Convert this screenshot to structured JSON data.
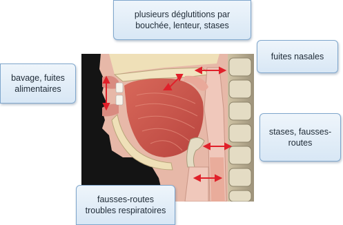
{
  "callouts": {
    "top": {
      "line1": "plusieurs déglutitions par",
      "line2": "bouchée, lenteur, stases"
    },
    "nasal": {
      "line1": "fuites nasales"
    },
    "drool": {
      "line1": "bavage, fuites",
      "line2": "alimentaires"
    },
    "stases": {
      "line1": "stases,  fausses-",
      "line2": "routes"
    },
    "bottom": {
      "line1": "fausses-routes",
      "line2": "troubles respiratoires"
    }
  },
  "colors": {
    "callout_fill": "#dce9f6",
    "callout_border": "#7fa6cc",
    "arrow_red": "#e0202a",
    "background_dark": "#141414",
    "tissue_pink": "#e6b3a5",
    "muscle_red": "#c5524a",
    "bone_cream": "#efe0b8"
  }
}
